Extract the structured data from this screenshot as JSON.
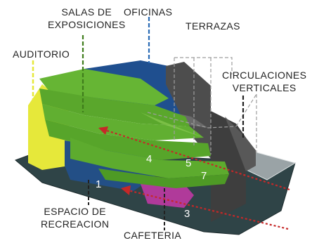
{
  "labels": {
    "salas": [
      "SALAS DE",
      "EXPOSICIONES"
    ],
    "oficinas": "OFICINAS",
    "terrazas": "TERRAZAS",
    "auditorio": "AUDITORIO",
    "circulaciones": [
      "CIRCULACIONES",
      "VERTICALES"
    ],
    "espacio": [
      "ESPACIO DE",
      "RECREACION"
    ],
    "cafeteria": "CAFETERIA"
  },
  "numbers": {
    "n1": "1",
    "n3": "3",
    "n4": "4",
    "n5": "5",
    "n7": "7"
  },
  "colors": {
    "green": "#5fae2e",
    "green_dark": "#3f7d1c",
    "blue": "#1f4f8f",
    "yellow": "#e6e83a",
    "gray": "#4a4a4a",
    "base": "#2f4447",
    "magenta": "#b03a9a",
    "arrow": "#c62828"
  }
}
